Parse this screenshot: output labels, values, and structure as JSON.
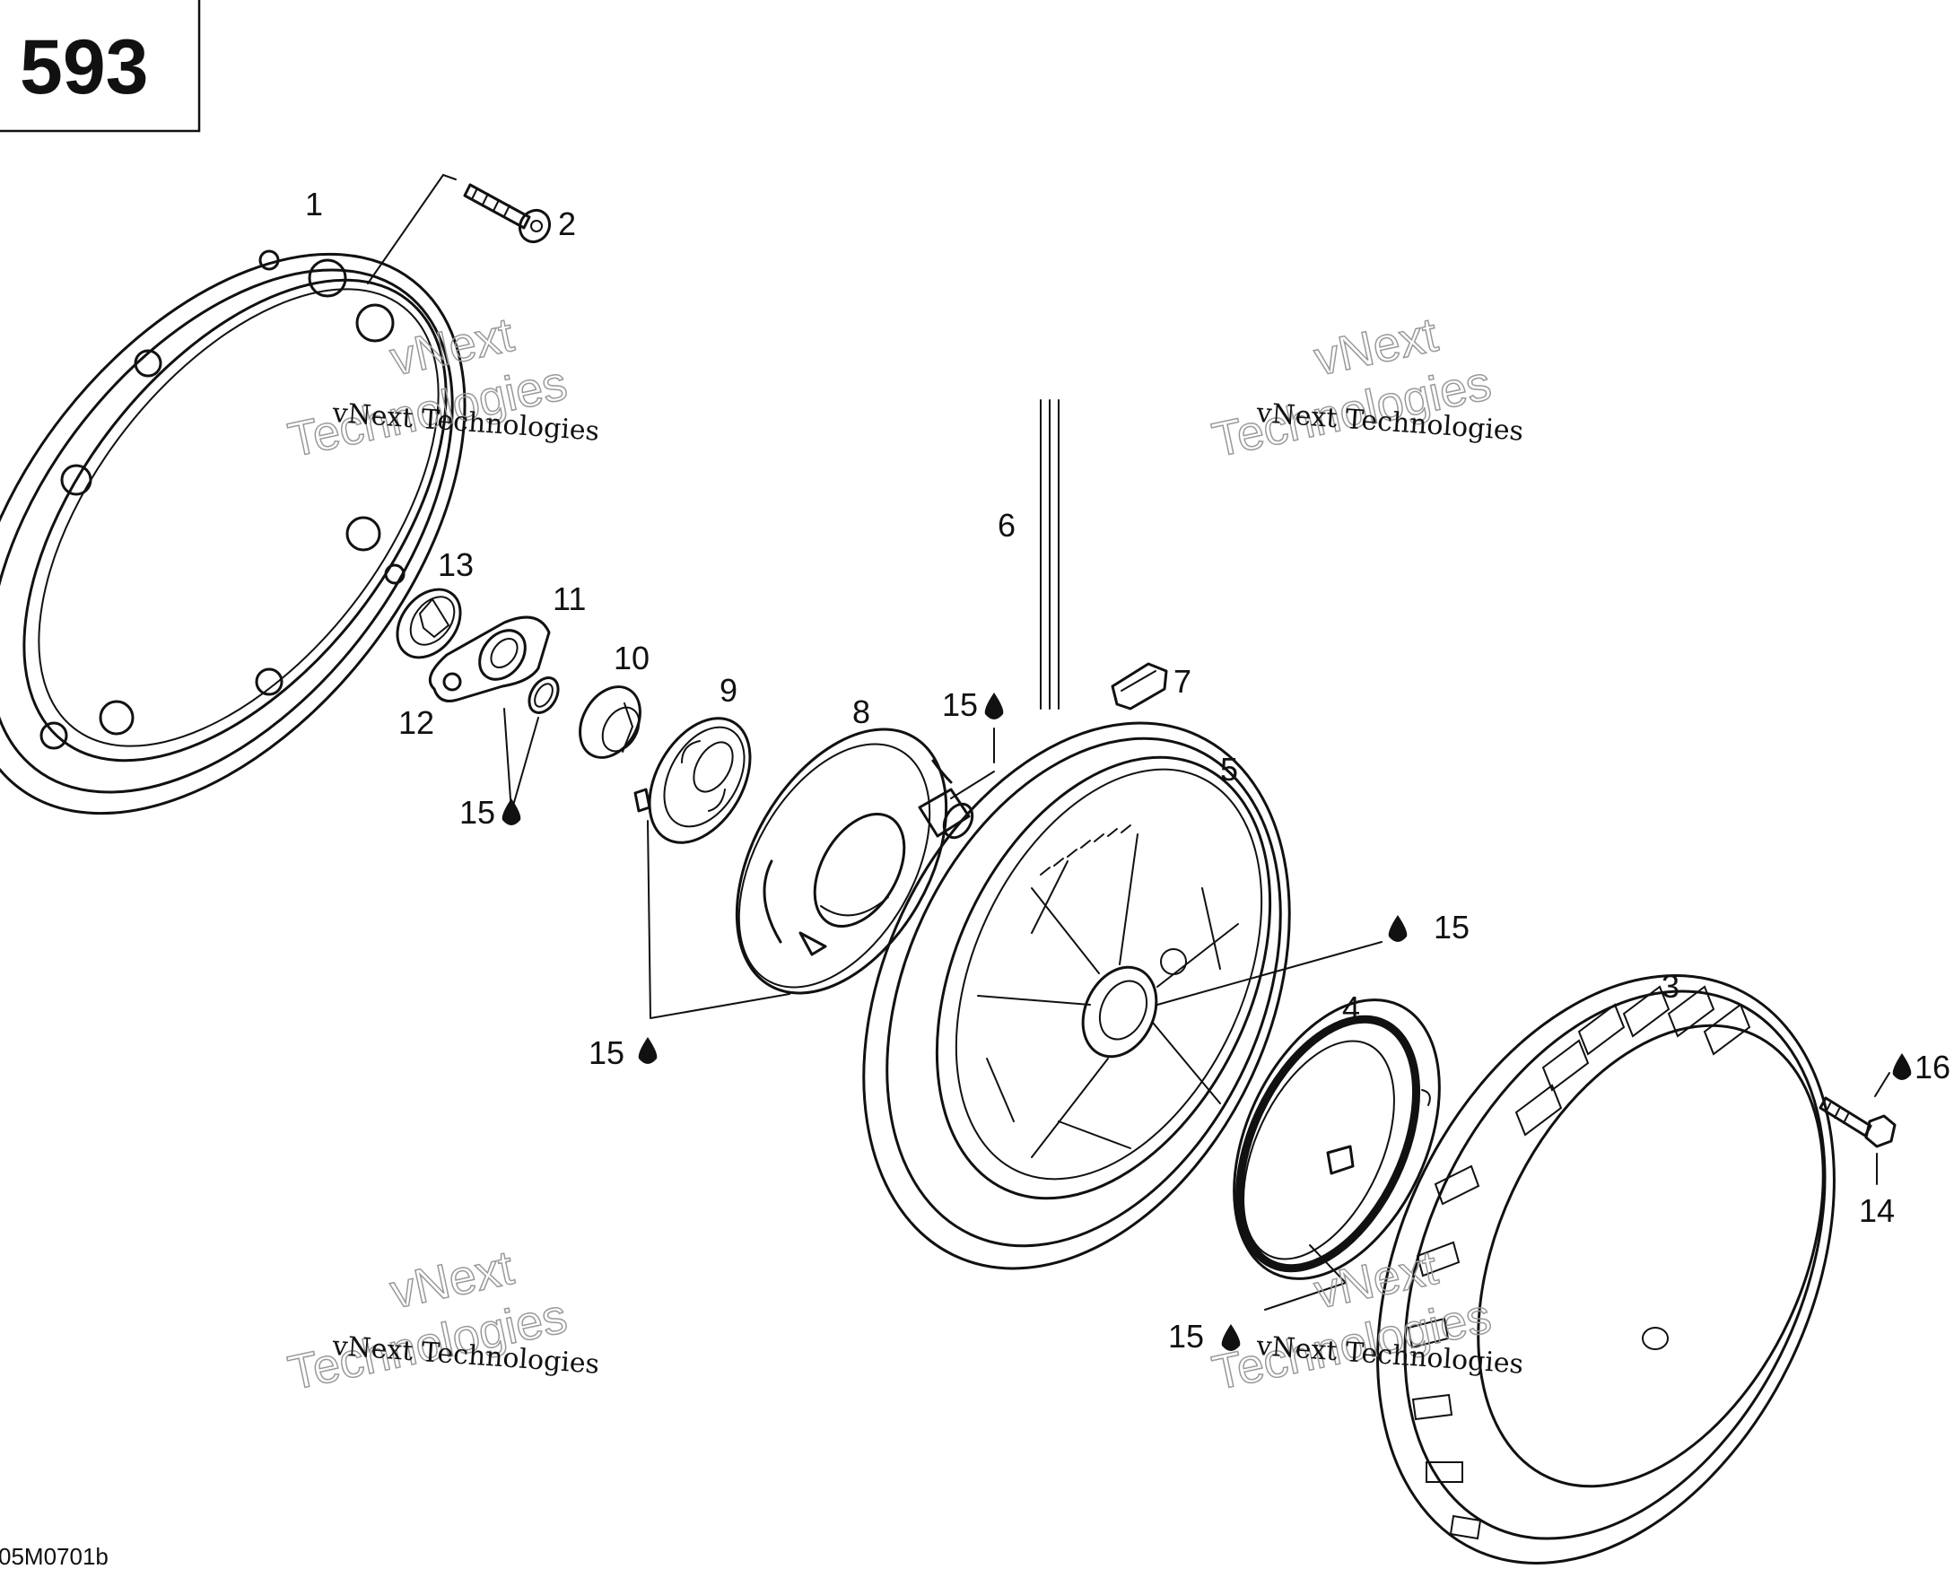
{
  "page_number": "593",
  "drawing_code": "05M0701b",
  "watermark": {
    "line1": "vNext",
    "line2": "Technologies",
    "small": "vNext Technologies"
  },
  "callouts": [
    "1",
    "2",
    "3",
    "4",
    "5",
    "6",
    "7",
    "8",
    "9",
    "10",
    "11",
    "12",
    "13",
    "14",
    "15",
    "16"
  ],
  "lubricant_callout": "15",
  "callout_16": "16",
  "icons": {
    "lubricant": "oil-drop-icon"
  }
}
